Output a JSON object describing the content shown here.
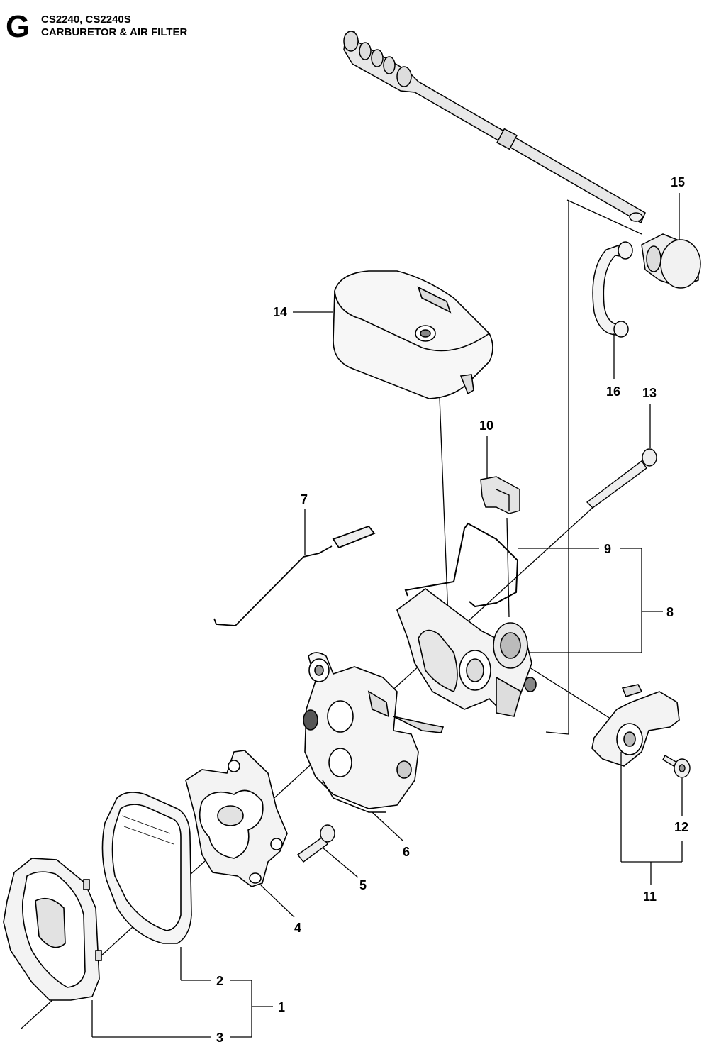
{
  "header": {
    "section_letter": "G",
    "models": "CS2240, CS2240S",
    "title": "CARBURETOR & AIR FILTER"
  },
  "callouts": {
    "p1": "1",
    "p2": "2",
    "p3": "3",
    "p4": "4",
    "p5": "5",
    "p6": "6",
    "p7": "7",
    "p8": "8",
    "p9": "9",
    "p10": "10",
    "p11": "11",
    "p12": "12",
    "p13": "13",
    "p14": "14",
    "p15": "15",
    "p16": "16"
  }
}
